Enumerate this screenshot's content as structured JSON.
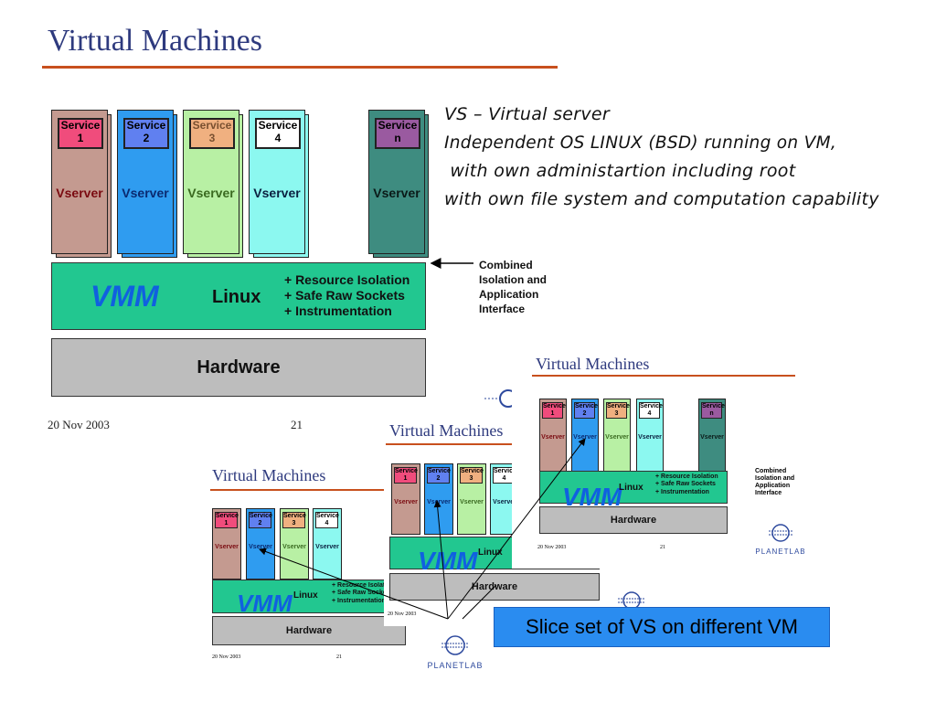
{
  "slide": {
    "title": "Virtual Machines",
    "date": "20 Nov 2003",
    "page": "21"
  },
  "diagram": {
    "services": [
      {
        "label": "Service 1",
        "color": "#c49a90",
        "svc_color": "#f04c7c"
      },
      {
        "label": "Service 2",
        "color": "#2f9cf0",
        "svc_color": "#6080f0"
      },
      {
        "label": "Service 3",
        "color": "#b8f0a4",
        "svc_color": "#f0b080"
      },
      {
        "label": "Service 4",
        "color": "#8cf8f0",
        "svc_color": "#e060e8"
      },
      {
        "label": "Service n",
        "color": "#3e8c80",
        "svc_color": "#9a5aa0"
      }
    ],
    "vserver_label": "Vserver",
    "vmm_label": "VMM",
    "linux_label": "Linux",
    "features": [
      "+ Resource Isolation",
      "+ Safe Raw Sockets",
      "+ Instrumentation"
    ],
    "hardware_label": "Hardware",
    "annotation": "Combined Isolation and Application Interface",
    "annotation_lines": [
      "Combined",
      "Isolation and",
      "Application",
      "Interface"
    ]
  },
  "notes": [
    "VS – Virtual server",
    "Independent OS LINUX (BSD) running on VM,",
    " with own administartion including root",
    "with own file system and computation capability"
  ],
  "callout": "Slice set of VS on different VM",
  "logo_text": "PLANETLAB",
  "colors": {
    "title": "#2e3a7e",
    "rule": "#c8501e",
    "vmm_bar": "#22c790",
    "hardware": "#bdbdbd",
    "callout_bg": "#2a8cf0"
  }
}
